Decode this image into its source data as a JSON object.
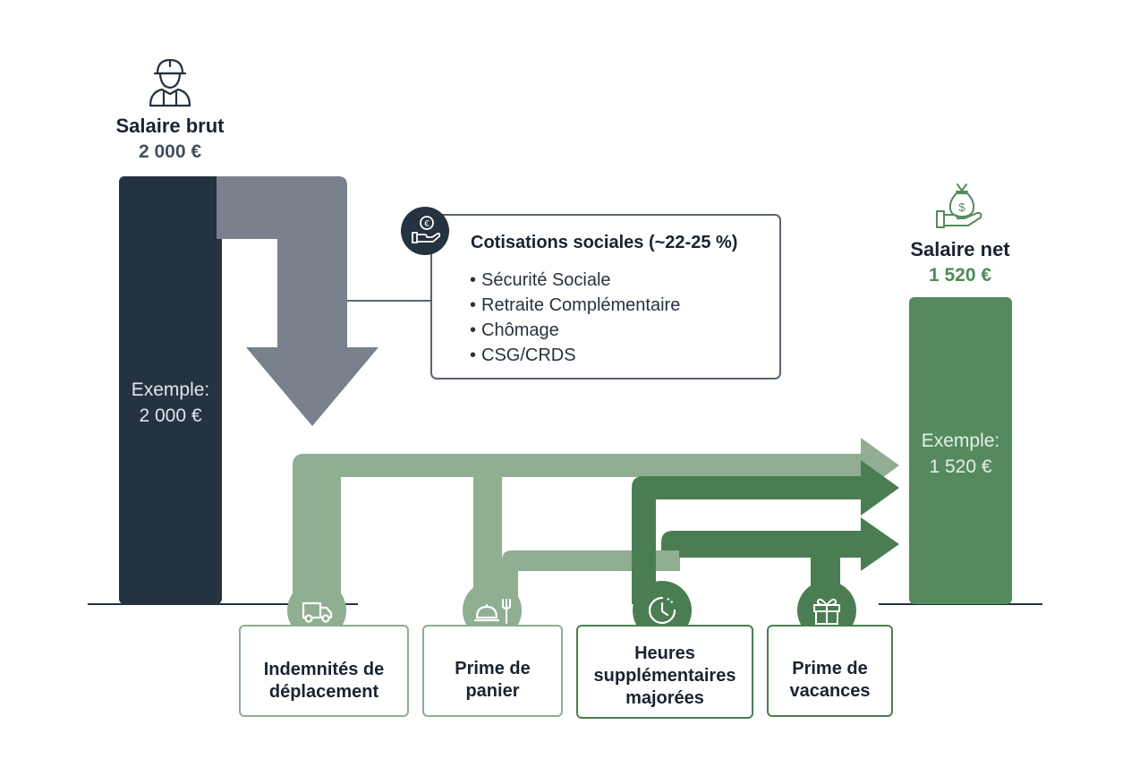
{
  "gross": {
    "title": "Salaire brut",
    "amount": "2 000 €",
    "example_label": "Exemple:",
    "example_amount": "2 000 €",
    "icon": "worker-icon"
  },
  "net": {
    "title": "Salaire net",
    "amount": "1 520 €",
    "example_label": "Exemple:",
    "example_amount": "1 520 €",
    "icon": "money-bag-hand-icon"
  },
  "contributions": {
    "title": "Cotisations sociales (~22-25 %)",
    "icon": "euro-hand-icon",
    "items": [
      "Sécurité Sociale",
      "Retraite Complémentaire",
      "Chômage",
      "CSG/CRDS"
    ]
  },
  "bonuses": [
    {
      "lines": [
        "Indemnités de",
        "déplacement"
      ],
      "icon": "van-icon"
    },
    {
      "lines": [
        "Prime de",
        "panier"
      ],
      "icon": "meal-icon"
    },
    {
      "lines": [
        "Heures",
        "supplémentaires",
        "majorées"
      ],
      "icon": "clock-icon"
    },
    {
      "lines": [
        "Prime de",
        "vacances"
      ],
      "icon": "gift-icon"
    }
  ],
  "colors": {
    "gross_bar": "#25323f",
    "deduction_arrow": "#78818c",
    "net_bar": "#558a5e",
    "flow_light": "#8fae92",
    "flow_dark": "#4b7d52",
    "net_amount": "#4e8a59"
  }
}
